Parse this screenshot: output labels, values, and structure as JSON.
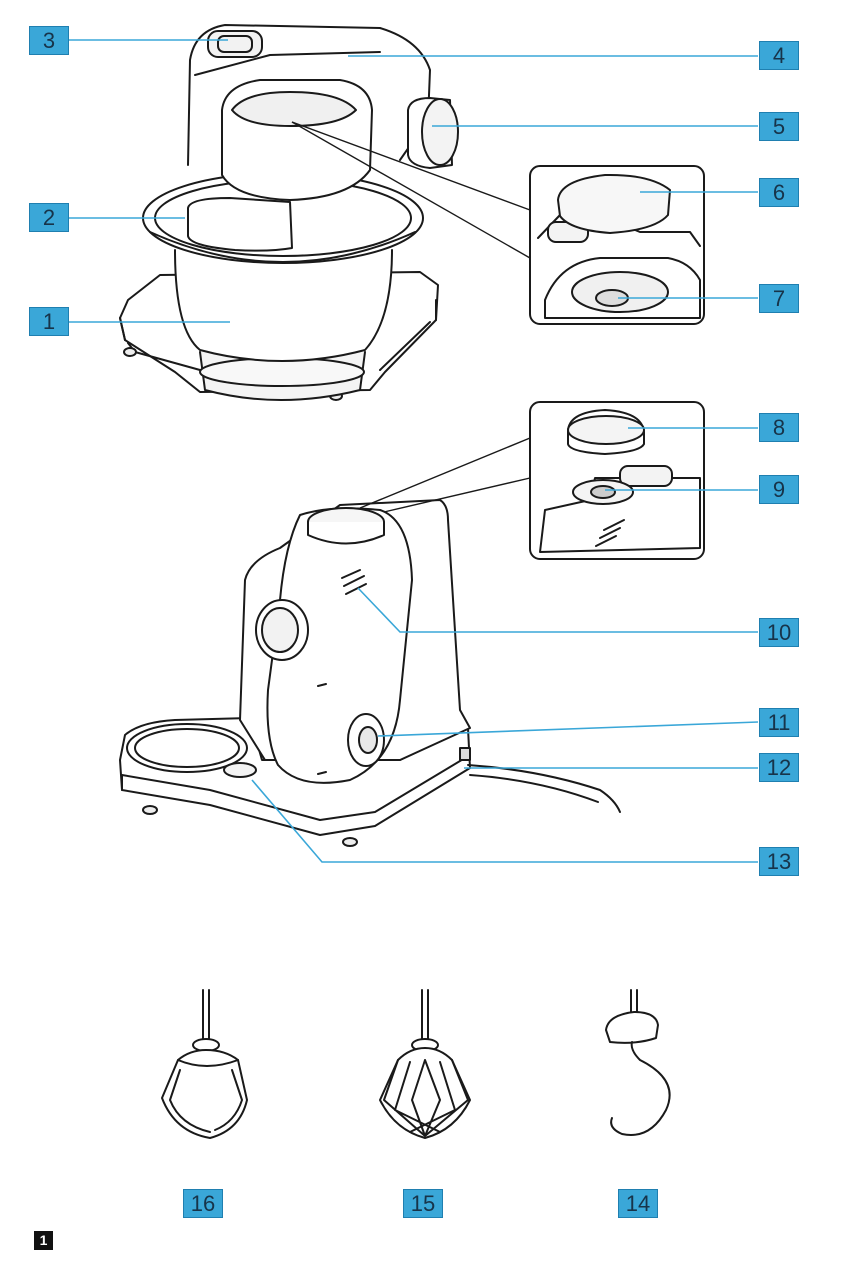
{
  "figure": {
    "number": "1"
  },
  "callouts": [
    "3",
    "4",
    "5",
    "2",
    "6",
    "1",
    "7",
    "8",
    "9",
    "10",
    "11",
    "12",
    "13",
    "16",
    "15",
    "14"
  ],
  "colors": {
    "callout_fill": "#3aa7d8",
    "callout_border": "#1f7fb0",
    "callout_text": "#17344a",
    "leader_line": "#3aa7d8",
    "outline": "#1a1a1a"
  }
}
